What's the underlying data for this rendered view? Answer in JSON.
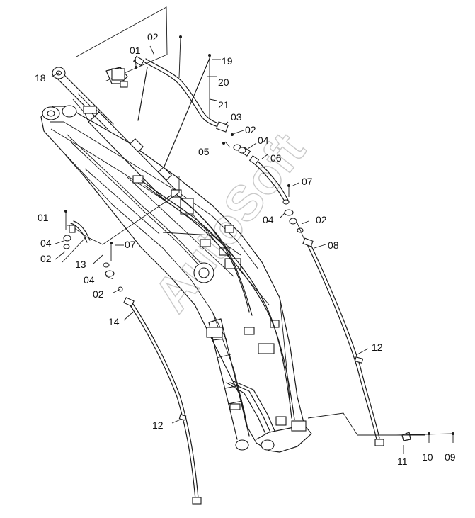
{
  "watermark": "AutoSoft",
  "callouts": [
    "01",
    "02",
    "18",
    "19",
    "20",
    "21",
    "03",
    "02",
    "05",
    "04",
    "06",
    "07",
    "04",
    "02",
    "01",
    "04",
    "02",
    "13",
    "07",
    "04",
    "02",
    "14",
    "08",
    "12",
    "12",
    "11",
    "10",
    "09"
  ]
}
